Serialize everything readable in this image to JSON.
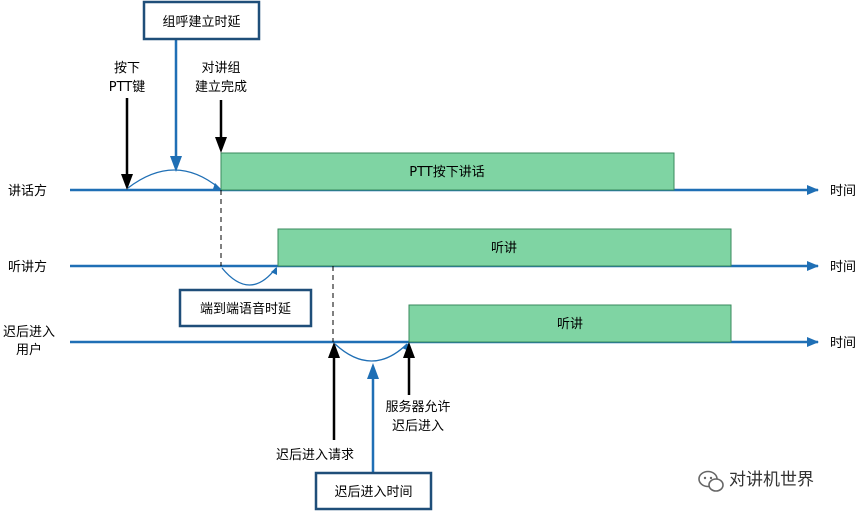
{
  "rows": {
    "speaker": "讲话方",
    "listener": "听讲方",
    "late_user": [
      "迟后进入",
      "用户"
    ],
    "time_label": "时间"
  },
  "bars": {
    "ptt_talk": "PTT按下讲话",
    "listen_1": "听讲",
    "listen_2": "听讲"
  },
  "callouts": {
    "group_call_setup_delay": "组呼建立时延",
    "end_to_end_delay": "端到端语音时延",
    "late_entry_time": "迟后进入时间"
  },
  "events": {
    "press_ptt": [
      "按下",
      "PTT键"
    ],
    "group_setup_done": [
      "对讲组",
      "建立完成"
    ],
    "late_entry_request": "迟后进入请求",
    "server_allows": [
      "服务器允许",
      "迟后进入"
    ]
  },
  "watermark": "对讲机世界",
  "colors": {
    "timeline": "#1f6fb5",
    "bar_fill": "#7fd4a3",
    "bar_stroke": "#3a8a5c",
    "box_stroke": "#1f4e79",
    "event_arrow": "#000000"
  }
}
